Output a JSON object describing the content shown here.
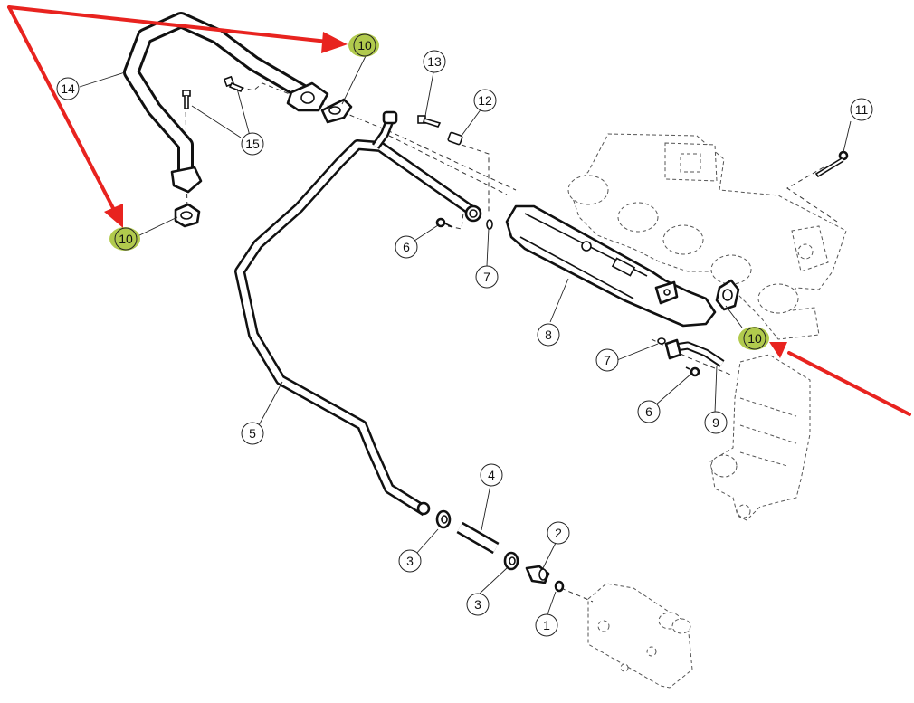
{
  "diagram": {
    "title": "EGR cooler and pipe assembly — exploded parts view",
    "callouts": {
      "c1": "1",
      "c2": "2",
      "c3a": "3",
      "c3b": "3",
      "c4": "4",
      "c5": "5",
      "c6a": "6",
      "c6b": "6",
      "c7a": "7",
      "c7b": "7",
      "c8": "8",
      "c9": "9",
      "c10a": "10",
      "c10b": "10",
      "c10c": "10",
      "c11": "11",
      "c12": "12",
      "c13": "13",
      "c14": "14",
      "c15": "15"
    },
    "highlighted_part": "10",
    "colors": {
      "highlight": "#a8c43a",
      "arrow": "#e8231f",
      "line": "#111111"
    }
  }
}
